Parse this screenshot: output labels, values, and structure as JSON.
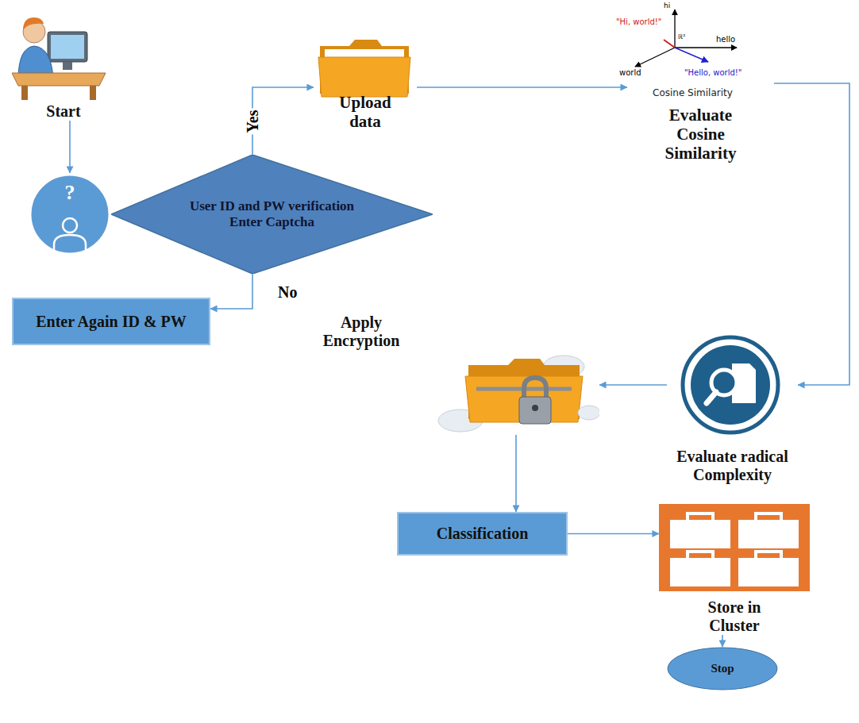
{
  "diagram": {
    "nodes": [
      {
        "text": [
          "Start"
        ]
      },
      {
        "text": [
          "?"
        ]
      },
      {
        "text": [
          "User ID and PW verification Enter Captcha"
        ]
      },
      {
        "text": [
          "Enter Again ID & PW"
        ]
      },
      {
        "text": [
          "Upload data"
        ]
      },
      {
        "text": [
          "Evaluate Cosine Similarity"
        ]
      },
      {
        "text": [
          "Evaluate radical Complexity"
        ]
      },
      {
        "text": [
          "Apply Encryption"
        ]
      },
      {
        "text": [
          "Classification"
        ]
      },
      {
        "text": [
          "Store in Cluster"
        ]
      },
      {
        "text": [
          "Stop"
        ]
      }
    ],
    "edges": [
      {
        "from": 0,
        "to": 1,
        "arrow": "to"
      },
      {
        "from": 2,
        "to": 4,
        "label": "Yes",
        "arrow": "to"
      },
      {
        "from": 2,
        "to": 3,
        "label": "No",
        "arrow": "to"
      },
      {
        "from": 4,
        "to": 5,
        "arrow": "to"
      },
      {
        "from": 5,
        "to": 6,
        "arrow": "to"
      },
      {
        "from": 6,
        "to": 7,
        "arrow": "to"
      },
      {
        "from": 7,
        "to": 8,
        "arrow": "to"
      },
      {
        "from": 8,
        "to": 9,
        "arrow": "to"
      },
      {
        "from": 9,
        "to": 10,
        "arrow": "to"
      }
    ],
    "labels": [
      "hi",
      "\"Hi, world!\"",
      "ℝ²",
      "hello",
      "world",
      "\"Hello, world!\"",
      "Cosine Similarity"
    ]
  }
}
